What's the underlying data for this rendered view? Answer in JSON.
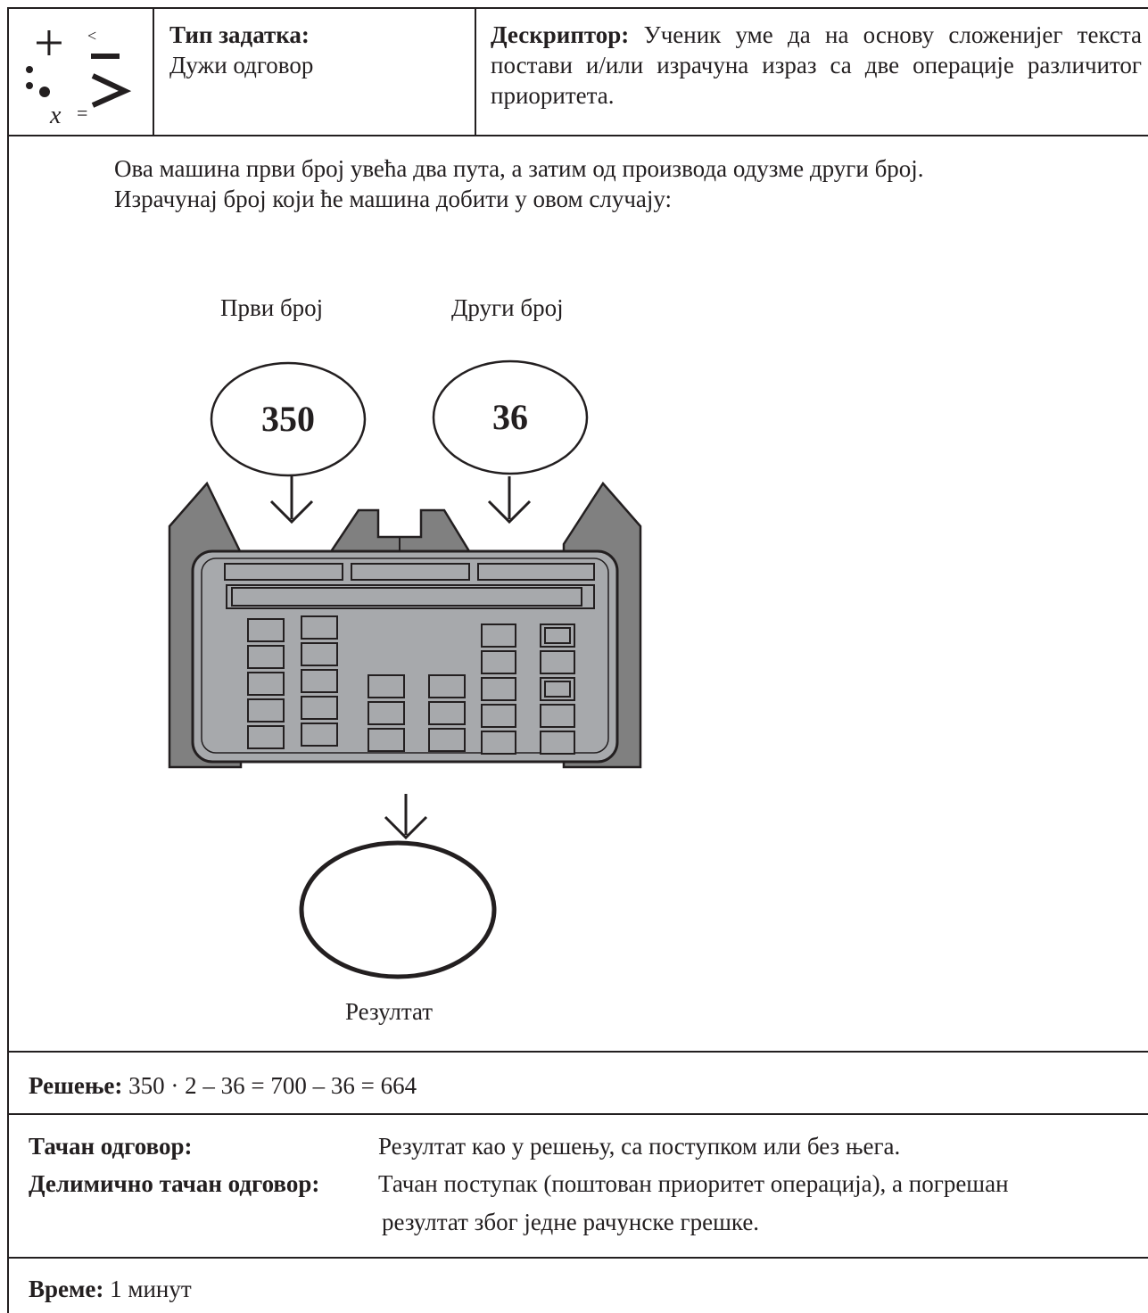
{
  "header": {
    "task_type_label": "Тип задатка:",
    "task_type_value": "Дужи одговор",
    "descriptor_label": "Дескриптор:",
    "descriptor_text": "Ученик уме да на основу сложенијег текста постави и/или израчуна израз са две операције различитог приоритета."
  },
  "icon": {
    "glyphs": [
      "+",
      "<",
      "–",
      ">",
      "x ="
    ],
    "name": "math-operations-icon"
  },
  "task": {
    "line1": "Ова машина први број увећа два пута, а затим од производа одузме други број.",
    "line2": "Израчунај број који ће машина добити у овом случају:"
  },
  "machine": {
    "first_label": "Први број",
    "second_label": "Други број",
    "first_value": "350",
    "second_value": "36",
    "result_label": "Резултат",
    "result_value": ""
  },
  "solution": {
    "label": "Решење:",
    "expression": "350 · 2 – 36 = 700 – 36 = 664"
  },
  "grading": {
    "correct_label": "Тачан одговор:",
    "correct_text": "Резултат као у решењу, са поступком или без њега.",
    "partial_label": "Делимично тачан одговор:",
    "partial_text_1": "Тачан поступак (поштован приоритет операција), а погрешан",
    "partial_text_2": "резултат због једне рачунске грешке."
  },
  "time": {
    "label": "Време:",
    "value": "1 минут"
  },
  "colors": {
    "ink": "#231f20",
    "machine_fill": "#808080",
    "panel_fill": "#a7a9ac"
  }
}
